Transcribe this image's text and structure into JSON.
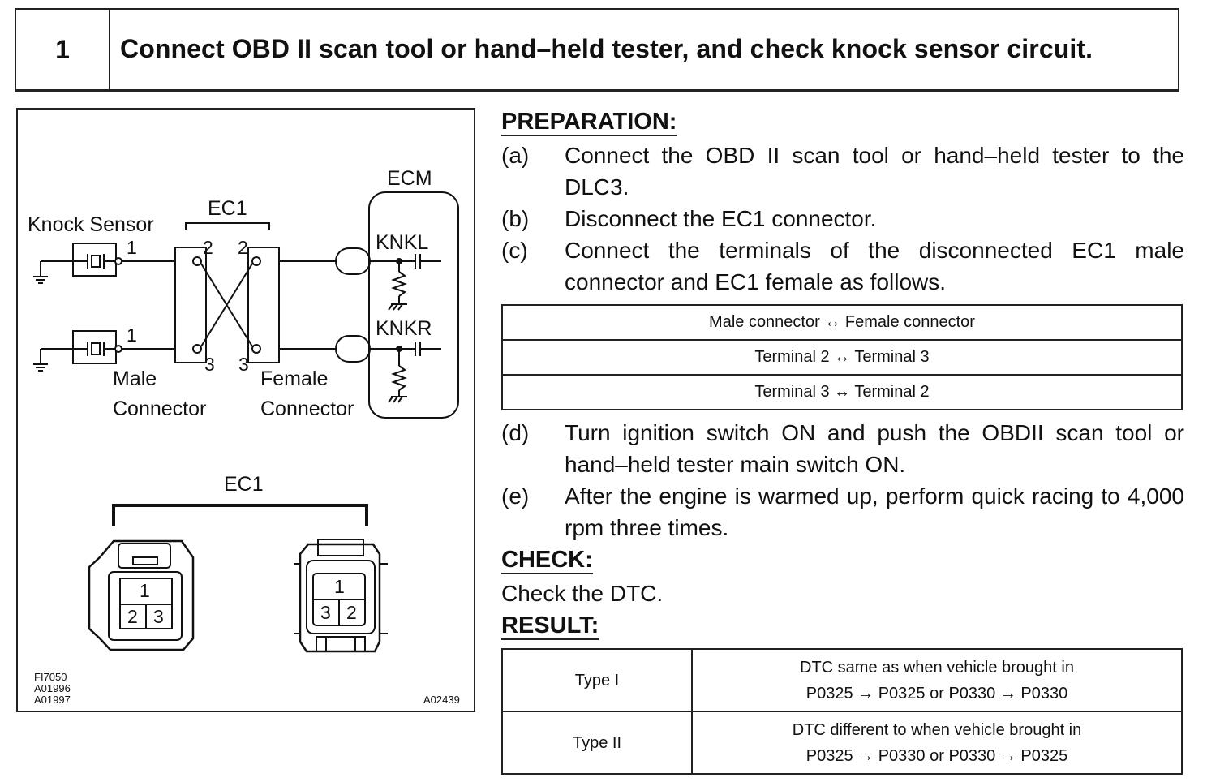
{
  "header": {
    "step_number": "1",
    "title": "Connect OBD II scan tool or hand–held tester, and check knock sensor circuit."
  },
  "figure": {
    "labels": {
      "ecm": "ECM",
      "ec1_top": "EC1",
      "knock_sensor": "Knock Sensor",
      "knkl": "KNKL",
      "knkr": "KNKR",
      "male_connector_1": "Male",
      "male_connector_2": "Connector",
      "female_connector_1": "Female",
      "female_connector_2": "Connector",
      "ec1_bottom": "EC1"
    },
    "pins": {
      "sensor_top": "1",
      "sensor_bottom": "1",
      "male_top": "2",
      "female_top": "2",
      "male_bottom": "3",
      "female_bottom": "3"
    },
    "connector_faces": {
      "left": {
        "p1": "1",
        "p2": "2",
        "p3": "3"
      },
      "right": {
        "p1": "1",
        "p2": "3",
        "p3": "2"
      }
    },
    "codes": {
      "c1": "FI7050",
      "c2": "A01996",
      "c3": "A01997",
      "c4": "A02439"
    }
  },
  "preparation": {
    "heading": "PREPARATION:",
    "steps": [
      {
        "letter": "(a)",
        "text": "Connect the OBD II scan tool or hand–held tester to the DLC3."
      },
      {
        "letter": "(b)",
        "text": "Disconnect the EC1 connector."
      },
      {
        "letter": "(c)",
        "text": "Connect the terminals of the disconnected EC1 male connector and EC1 female as follows."
      },
      {
        "letter": "(d)",
        "text": "Turn ignition switch ON and push the OBDII scan tool or hand–held tester main switch ON."
      },
      {
        "letter": "(e)",
        "text": "After the engine is warmed up, perform quick racing to 4,000 rpm three times."
      }
    ]
  },
  "connection_table": {
    "header": "Male connector ↔ Female connector",
    "rows": [
      "Terminal 2 ↔ Terminal 3",
      "Terminal 3 ↔ Terminal 2"
    ]
  },
  "check": {
    "heading": "CHECK:",
    "text": "Check the DTC."
  },
  "result": {
    "heading": "RESULT:",
    "rows": [
      {
        "type": "Type I",
        "line1": "DTC same as when vehicle brought in",
        "line2": "P0325 → P0325 or P0330 → P0330"
      },
      {
        "type": "Type II",
        "line1": "DTC different to when vehicle brought in",
        "line2": "P0325 → P0330 or P0330 → P0325"
      }
    ]
  }
}
